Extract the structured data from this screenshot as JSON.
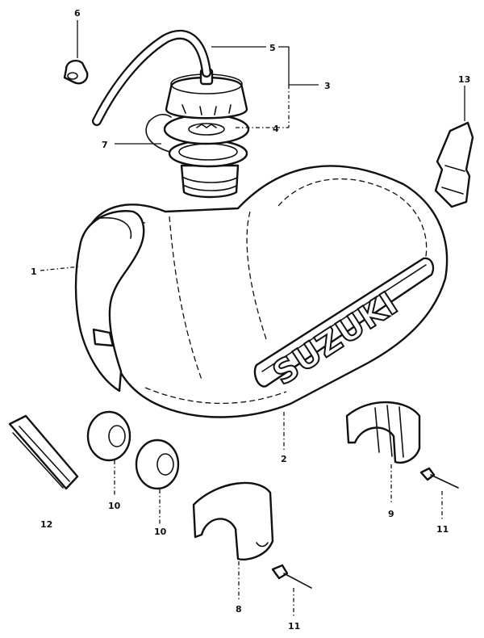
{
  "diagram": {
    "brand_text": "SUZUKI",
    "callouts": {
      "c1": "1",
      "c2": "2",
      "c3": "3",
      "c4": "4",
      "c5": "5",
      "c6": "6",
      "c7": "7",
      "c8": "8",
      "c9": "9",
      "c10a": "10",
      "c10b": "10",
      "c11a": "11",
      "c11b": "11",
      "c12": "12",
      "c13": "13"
    }
  }
}
